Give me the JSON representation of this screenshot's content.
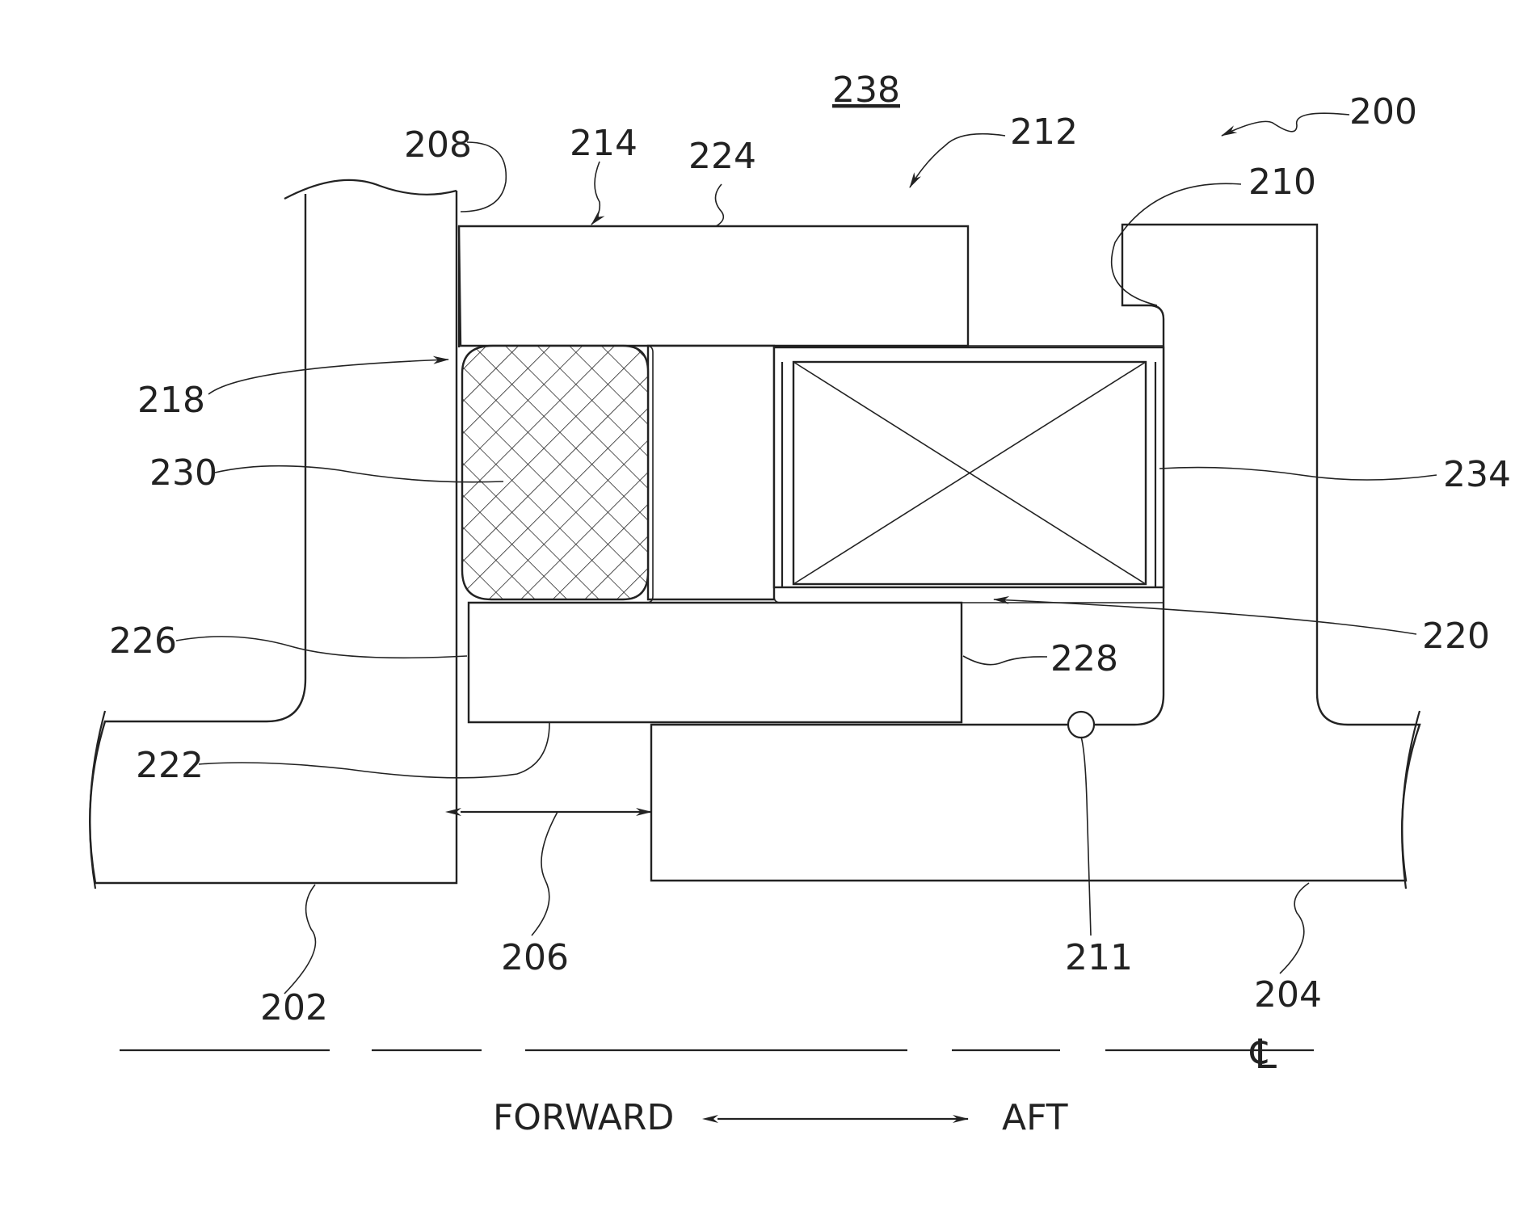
{
  "labels": {
    "l238": "238",
    "l200": "200",
    "l208": "208",
    "l214": "214",
    "l224": "224",
    "l212": "212",
    "l210": "210",
    "l218": "218",
    "l230": "230",
    "l234": "234",
    "l226": "226",
    "l228": "228",
    "l220": "220",
    "l222": "222",
    "l206": "206",
    "l211": "211",
    "l202": "202",
    "l204": "204"
  },
  "centerline_symbol": "℄",
  "direction": {
    "forward": "FORWARD",
    "aft": "AFT"
  },
  "colors": {
    "line": "#222222",
    "background": "#ffffff"
  }
}
